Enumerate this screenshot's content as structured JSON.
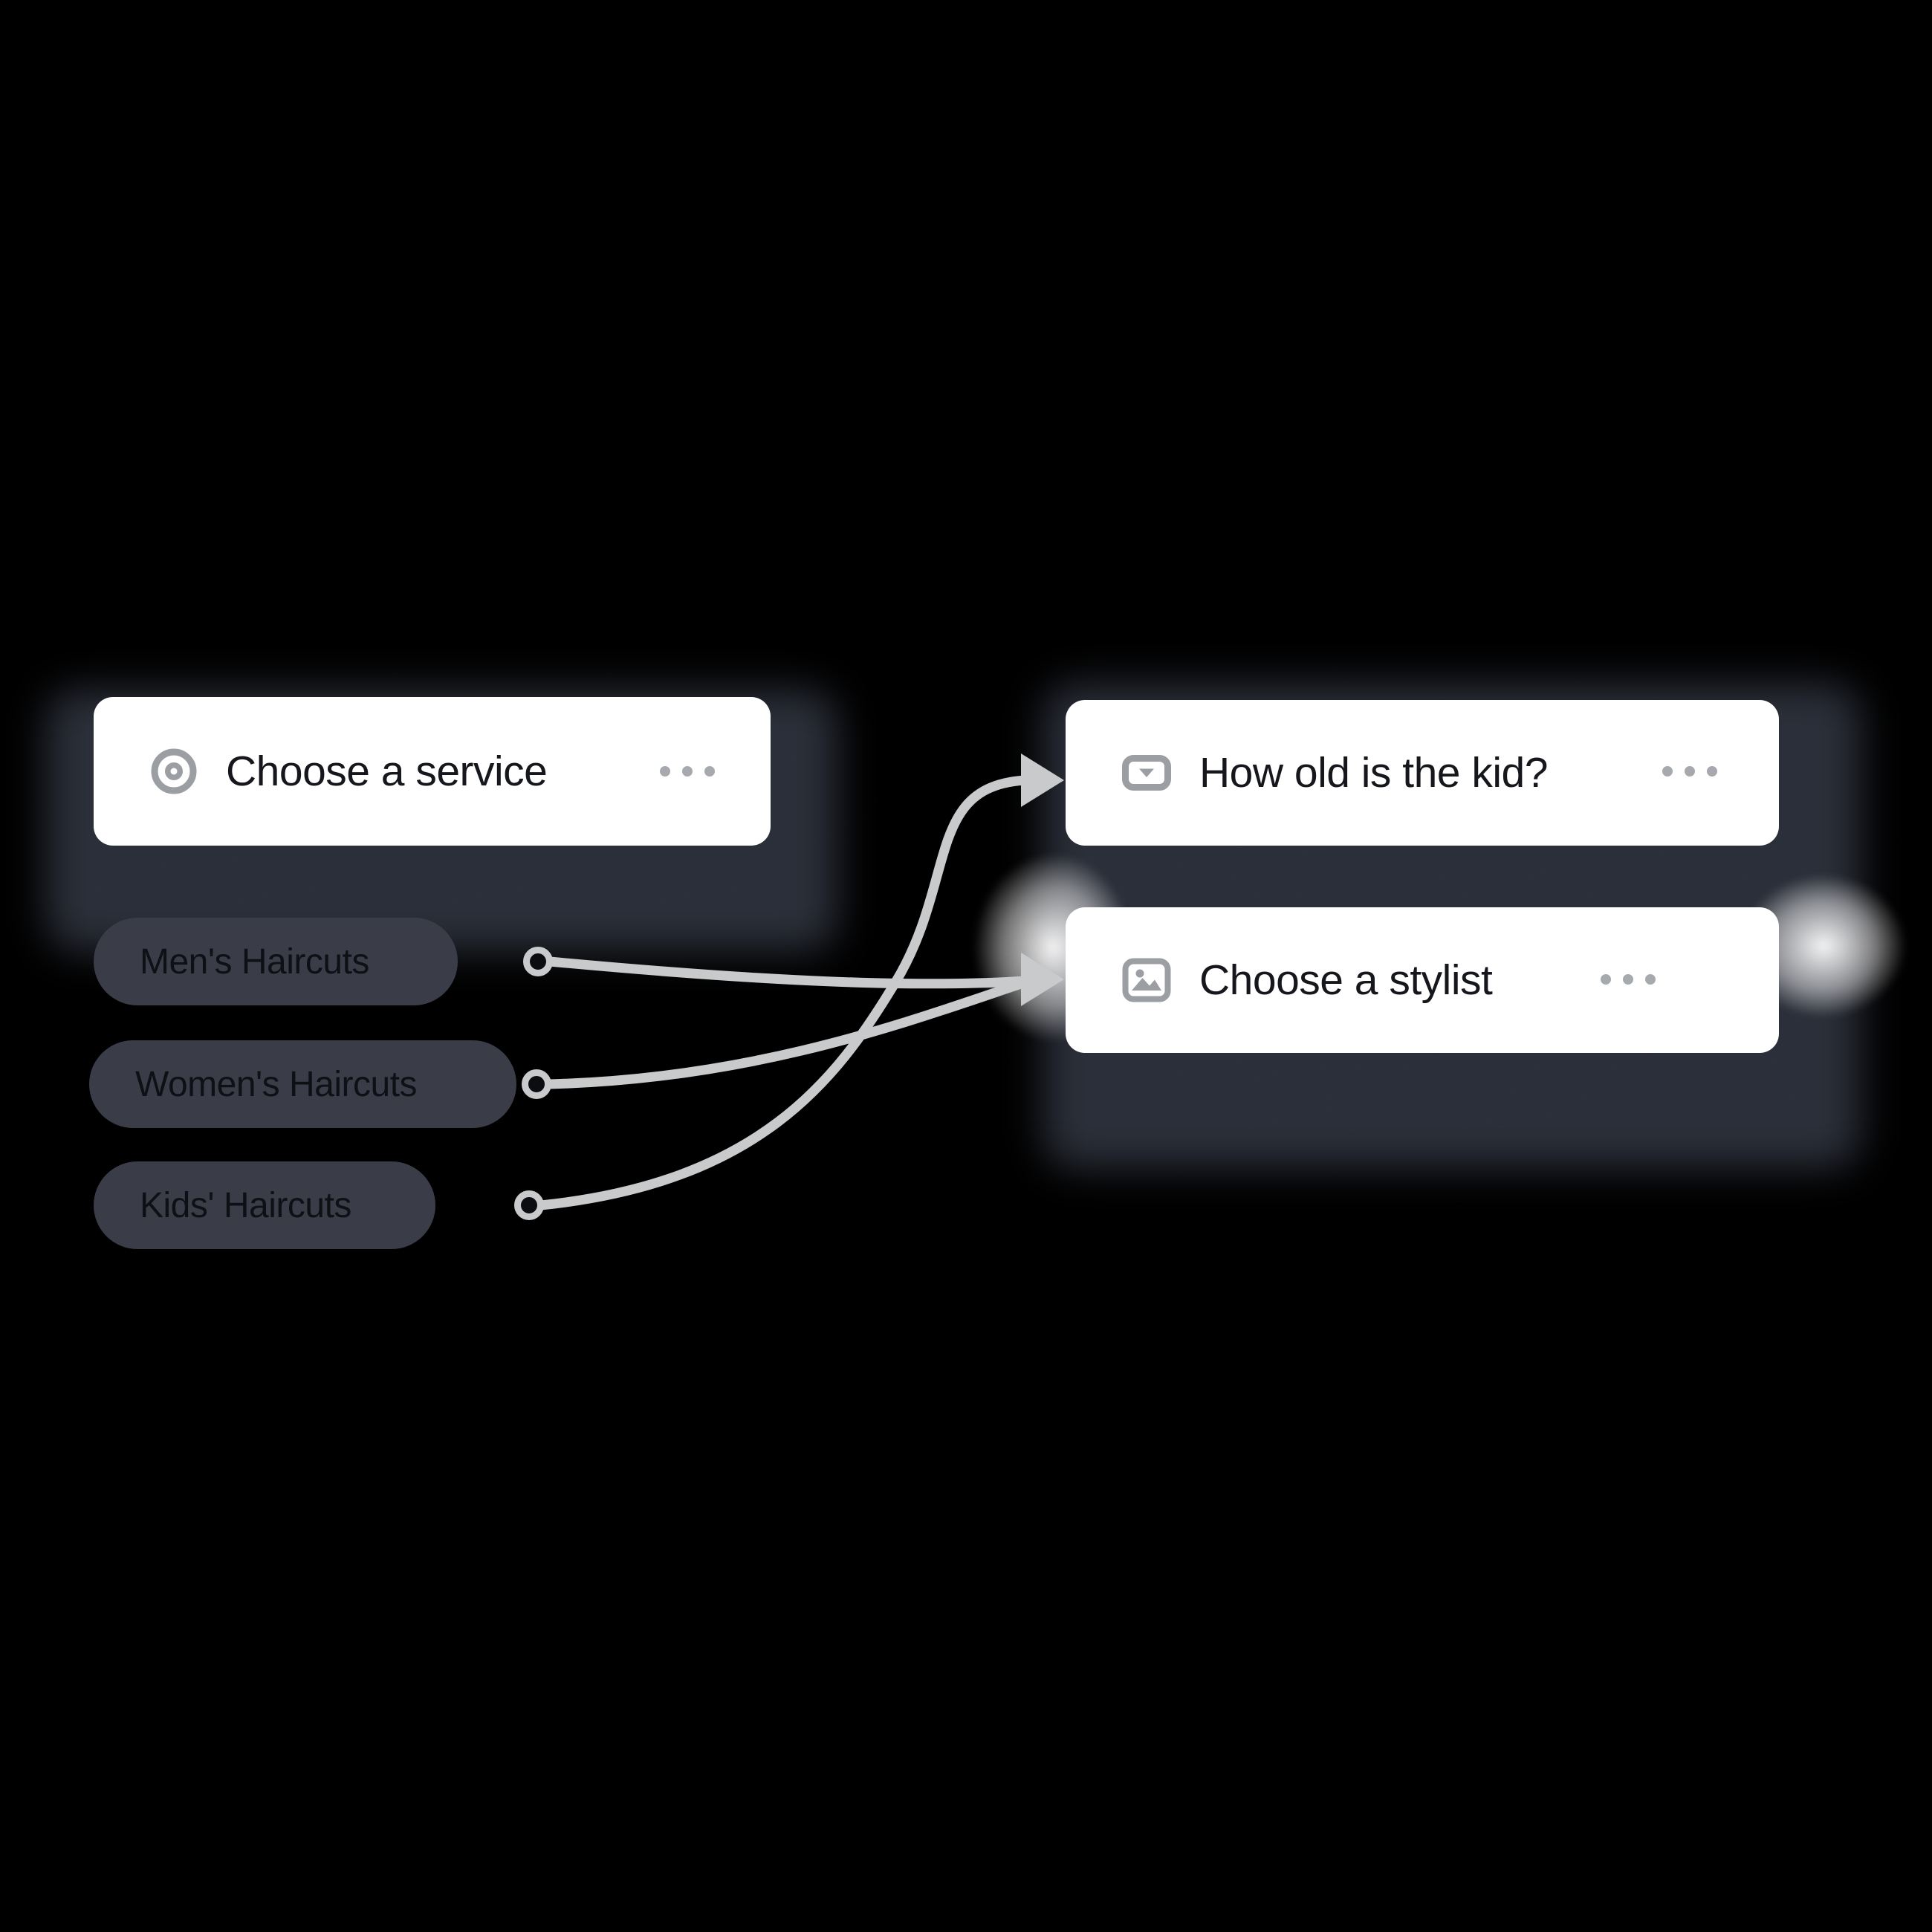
{
  "diagram": {
    "service_node": {
      "title": "Choose a service",
      "icon": "target-icon",
      "menu": "ellipsis-icon"
    },
    "options": [
      {
        "label": "Men's Haircuts",
        "connects_to": "Choose a stylist"
      },
      {
        "label": "Women's Haircuts",
        "connects_to": "Choose a stylist"
      },
      {
        "label": "Kids' Haircuts",
        "connects_to": "How old is the kid?"
      }
    ],
    "kid_age_node": {
      "title": "How old is the kid?",
      "icon": "dropdown-select-icon",
      "menu": "ellipsis-icon"
    },
    "stylist_node": {
      "title": "Choose a stylist",
      "icon": "image-icon",
      "menu": "ellipsis-icon"
    },
    "colors": {
      "background": "#000000",
      "card_bg": "#ffffff",
      "card_text": "#15171c",
      "icon_gray": "#9b9ea3",
      "ellipsis_gray": "#a6a9ae",
      "pill_bg": "#3a3d48",
      "pill_text": "#0e1015",
      "wire_gray": "#c9cacb",
      "shadow_panel": "#2b2f39"
    }
  }
}
